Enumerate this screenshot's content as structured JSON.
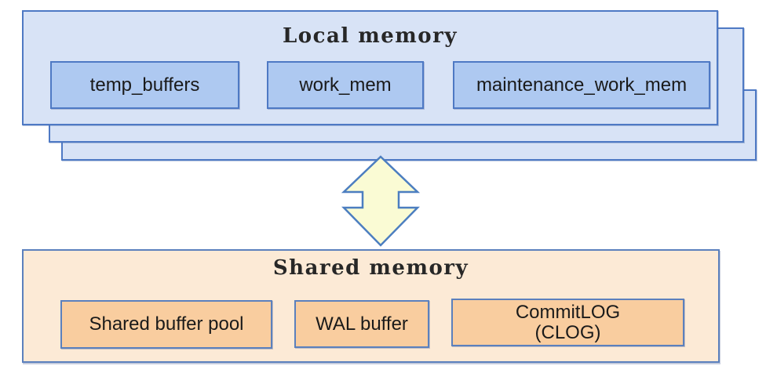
{
  "colors": {
    "local_fill": "#d8e3f6",
    "local_item_fill": "#aec9f1",
    "blue_border": "#4e79c4",
    "shared_fill": "#fcead6",
    "shared_item_fill": "#f9cd9f",
    "shared_border": "#5b80bd",
    "arrow_fill": "#fafbd4",
    "arrow_border": "#4c7ec0",
    "title_color": "#272727",
    "label_color": "#1a1a1a"
  },
  "local_memory": {
    "title": "Local memory",
    "stack_count": 3,
    "items": [
      {
        "label": "temp_buffers"
      },
      {
        "label": "work_mem"
      },
      {
        "label": "maintenance_work_mem"
      }
    ]
  },
  "connector": {
    "type": "bidirectional-vertical-arrow"
  },
  "shared_memory": {
    "title": "Shared memory",
    "items": [
      {
        "label": "Shared buffer pool"
      },
      {
        "label": "WAL buffer"
      },
      {
        "label_line1": "CommitLOG",
        "label_line2": "(CLOG)"
      }
    ]
  }
}
